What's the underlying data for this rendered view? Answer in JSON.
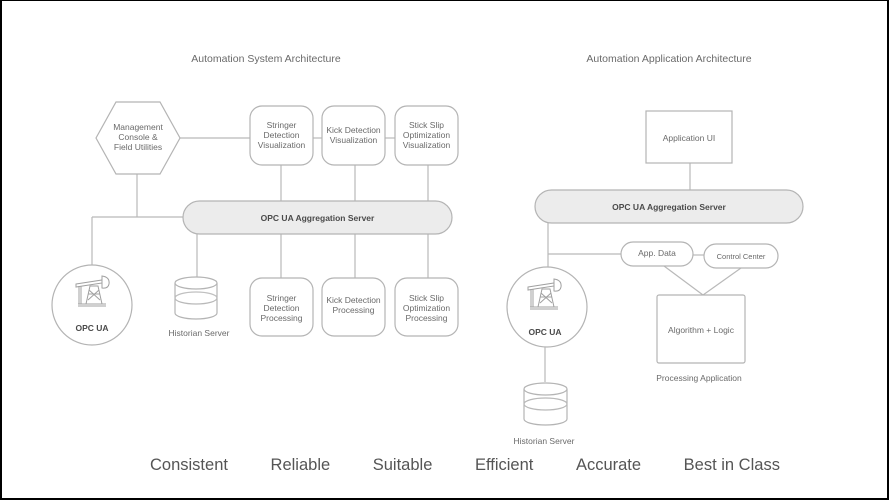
{
  "left": {
    "title": "Automation System Architecture",
    "management": [
      "Management",
      "Console &",
      "Field Utilities"
    ],
    "visualization": [
      {
        "lines": [
          "Stringer",
          "Detection",
          "Visualization"
        ]
      },
      {
        "lines": [
          "Kick Detection",
          "Visualization"
        ]
      },
      {
        "lines": [
          "Stick Slip",
          "Optimization",
          "Visualization"
        ]
      }
    ],
    "aggregation": "OPC UA Aggregation Server",
    "opc": {
      "label": "OPC UA",
      "icon": "pumpjack-icon"
    },
    "historian": {
      "label": "Historian Server",
      "icon": "database-icon"
    },
    "processing": [
      {
        "lines": [
          "Stringer",
          "Detection",
          "Processing"
        ]
      },
      {
        "lines": [
          "Kick Detection",
          "Processing"
        ]
      },
      {
        "lines": [
          "Stick Slip",
          "Optimization",
          "Processing"
        ]
      }
    ]
  },
  "right": {
    "title": "Automation Application Architecture",
    "app_ui": "Application UI",
    "aggregation": "OPC UA Aggregation Server",
    "app_data": "App. Data",
    "control_center": "Control Center",
    "opc": {
      "label": "OPC UA",
      "icon": "pumpjack-icon"
    },
    "algorithm": "Algorithm + Logic",
    "processing_app": "Processing Application",
    "historian": {
      "label": "Historian Server",
      "icon": "database-icon"
    }
  },
  "footer": [
    "Consistent",
    "Reliable",
    "Suitable",
    "Efficient",
    "Accurate",
    "Best in Class"
  ]
}
